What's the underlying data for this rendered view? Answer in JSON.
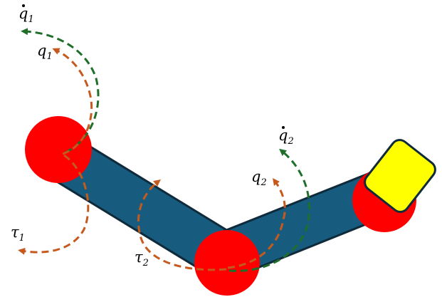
{
  "labels": {
    "q1_dot": {
      "base": "q",
      "sub": "1",
      "dot": true
    },
    "q1": {
      "base": "q",
      "sub": "1"
    },
    "tau1": {
      "base": "τ",
      "sub": "1"
    },
    "tau2": {
      "base": "τ",
      "sub": "2"
    },
    "q2": {
      "base": "q",
      "sub": "2"
    },
    "q2_dot": {
      "base": "q",
      "sub": "2",
      "dot": true
    }
  },
  "colors": {
    "link": "#175c7e",
    "link_stroke": "#0f2a3a",
    "joint": "#ff0000",
    "end_effector": "#ffff00",
    "velocity_arrow": "#1f6e2a",
    "position_torque_arrow": "#c55a1f"
  }
}
